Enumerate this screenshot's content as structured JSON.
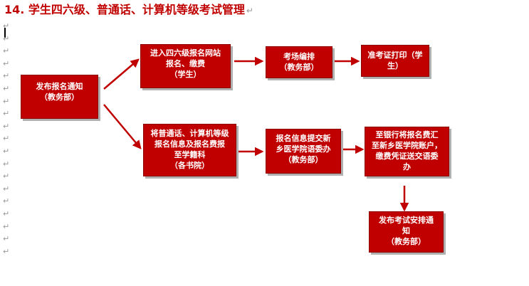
{
  "document": {
    "title": "14. 学生四六级、普通话、计算机等级考试管理",
    "paragraph_mark": "↵"
  },
  "flow": {
    "publish_notice": {
      "lines": [
        "发布报名通知",
        "（教务部）"
      ]
    },
    "cet_online": {
      "lines": [
        "进入四六级报名网站",
        "报名、缴费",
        "（学生）"
      ]
    },
    "exam_room": {
      "lines": [
        "考场编排",
        "（教务部）"
      ]
    },
    "admission_ticket": {
      "lines": [
        "准考证打印（学",
        "生）"
      ]
    },
    "putonghua_info": {
      "lines": [
        "将普通话、计算机等级",
        "报名信息及报名费报",
        "至学籍科",
        "（各书院）"
      ]
    },
    "submit_info": {
      "lines": [
        "报名信息提交新",
        "乡医学院语委办",
        "（教务部）"
      ]
    },
    "bank_transfer": {
      "lines": [
        "至银行将报名费汇",
        "至新乡医学院账户，",
        "缴费凭证送交语委",
        "办"
      ]
    },
    "exam_schedule": {
      "lines": [
        "发布考试安排通",
        "知",
        "（教务部）"
      ]
    }
  },
  "colors": {
    "box_fill": "#c00000",
    "box_text": "#ffffff",
    "title_text": "#c00000",
    "arrow": "#c00000"
  }
}
